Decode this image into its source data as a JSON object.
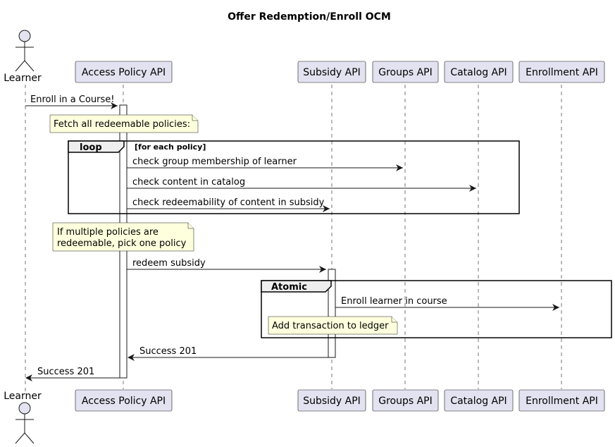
{
  "diagram": {
    "title": "Offer Redemption/Enroll OCM",
    "participants": {
      "learner": "Learner",
      "access_policy": "Access Policy API",
      "subsidy": "Subsidy API",
      "groups": "Groups API",
      "catalog": "Catalog API",
      "enrollment": "Enrollment API"
    },
    "messages": {
      "enroll_course": "Enroll in a Course!",
      "check_group": "check group membership of learner",
      "check_catalog": "check content in catalog",
      "check_redeemability": "check redeemability of content in subsidy",
      "redeem_subsidy": "redeem subsidy",
      "enroll_learner": "Enroll learner in course",
      "success_subsidy": "Success 201",
      "success_learner": "Success 201"
    },
    "notes": {
      "fetch_policies": "Fetch all redeemable policies:",
      "multiple_policies_line1": "If multiple policies are",
      "multiple_policies_line2": "redeemable, pick one policy",
      "add_transaction": "Add transaction to ledger"
    },
    "frames": {
      "loop_label": "loop",
      "loop_condition": "[for each policy]",
      "atomic_label": "Atomic"
    },
    "colors": {
      "participant_fill": "#E2E2F0",
      "note_fill": "#FEFFDD",
      "frame_tab_fill": "#EEEEEE",
      "line": "#181818"
    }
  }
}
